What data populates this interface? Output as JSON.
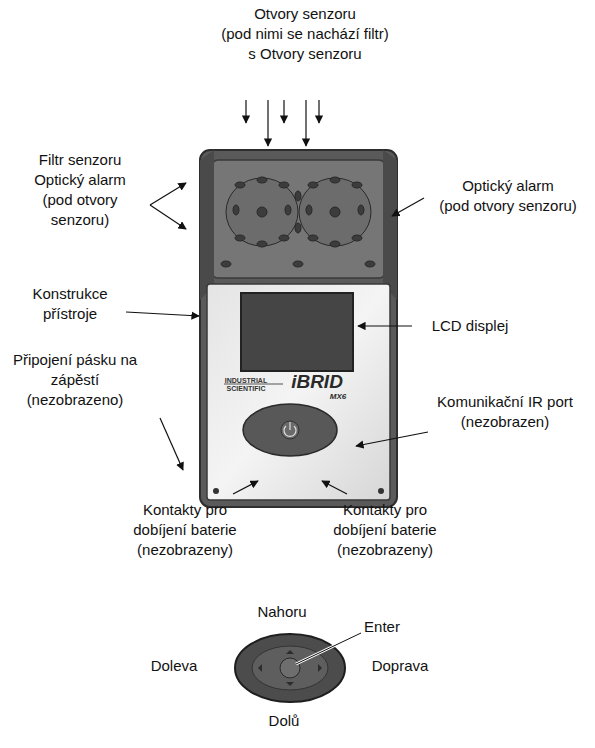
{
  "diagram": {
    "labels": [
      "Otvory senzoru (pod nimi se nachází filtr) s Otvory senzoru",
      "Filtr senzoru Optický alarm (pod otvory senzoru)",
      "Optický alarm (pod otvory senzoru)",
      "Konstrukce přístroje",
      "LCD displej",
      "Připojení pásku na zápěstí (nezobrazeno)",
      "Komunikační IR port (nezobrazen)",
      "Kontakty pro dobíjení baterie (nezobrazeny)",
      "Kontakty pro dobíjení baterie (nezobrazeny)",
      "INDUSTRIAL SCIENTIFIC",
      "iBRID",
      "MX6",
      "Nahoru",
      "Enter",
      "Doleva",
      "Doprava",
      "Dolů"
    ]
  }
}
